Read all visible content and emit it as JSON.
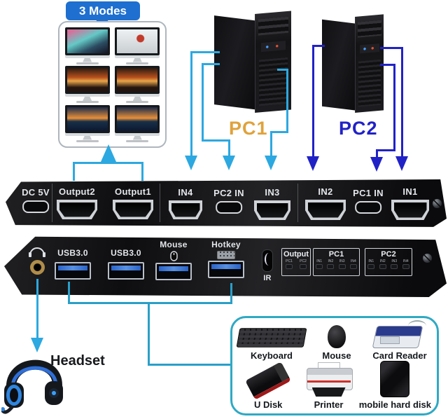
{
  "colors": {
    "cyan_arrow": "#2da8e0",
    "blue_arrow": "#2122c6",
    "teal_line": "#2a9fc8",
    "badge_bg": "#1e6fd0",
    "peri_border": "#2fa9c4",
    "pc1_label": "#dfa23b",
    "pc2_label": "#2122c6"
  },
  "modes": {
    "badge": "3 Modes",
    "rows": [
      {
        "left_screen": "mountain-art",
        "right_screen": "snowboarder"
      },
      {
        "left_screen": "street-race",
        "right_screen": "street-race"
      },
      {
        "left_screen": "lake-sunset",
        "right_screen": "lake-sunset"
      }
    ]
  },
  "pcs": {
    "pc1": "PC1",
    "pc2": "PC2"
  },
  "top_panel": {
    "ports": [
      {
        "label": "DC 5V",
        "type": "usb-c"
      },
      {
        "label": "Output2",
        "type": "hdmi"
      },
      {
        "label": "Output1",
        "type": "hdmi"
      },
      {
        "label": "IN4",
        "type": "hdmi"
      },
      {
        "label": "PC2 IN",
        "type": "usb-c"
      },
      {
        "label": "IN3",
        "type": "hdmi"
      },
      {
        "label": "IN2",
        "type": "hdmi"
      },
      {
        "label": "PC1 IN",
        "type": "usb-c"
      },
      {
        "label": "IN1",
        "type": "hdmi"
      }
    ]
  },
  "bottom_panel": {
    "audio_jack": "headphone-jack",
    "usb_ports": [
      {
        "label": "USB3.0"
      },
      {
        "label": "USB3.0"
      },
      {
        "label": "Mouse",
        "icon": "mouse-icon"
      },
      {
        "label": "Hotkey",
        "icon": "keyboard-icon"
      }
    ],
    "ir_label": "IR",
    "indicator_groups": [
      {
        "title": "Output",
        "leds": [
          "PC1",
          "PC2"
        ]
      },
      {
        "title": "PC1",
        "leds": [
          "IN1",
          "IN2",
          "IN3",
          "IN4"
        ]
      },
      {
        "title": "PC2",
        "leds": [
          "IN1",
          "IN2",
          "IN3",
          "IN4"
        ]
      }
    ]
  },
  "headset": {
    "label": "Headset"
  },
  "peripherals": {
    "items": [
      {
        "label": "Keyboard"
      },
      {
        "label": "Mouse"
      },
      {
        "label": "Card Reader"
      },
      {
        "label": "U Disk"
      },
      {
        "label": "Printer"
      },
      {
        "label": "mobile hard disk"
      }
    ]
  },
  "connections": [
    {
      "from": "PC1",
      "to": [
        "IN4",
        "PC2 IN",
        "IN3"
      ],
      "line_color": "cyan"
    },
    {
      "from": "PC2",
      "to": [
        "IN2",
        "PC1 IN",
        "IN1"
      ],
      "line_color": "blue"
    },
    {
      "from": "Output2 + Output1",
      "to": "3 Modes monitor box",
      "line_color": "cyan"
    },
    {
      "from": "USB3.0 / Mouse / Hotkey ports",
      "to": "peripherals box",
      "line_color": "teal"
    },
    {
      "from": "audio jack",
      "to": "Headset",
      "line_color": "cyan"
    }
  ]
}
